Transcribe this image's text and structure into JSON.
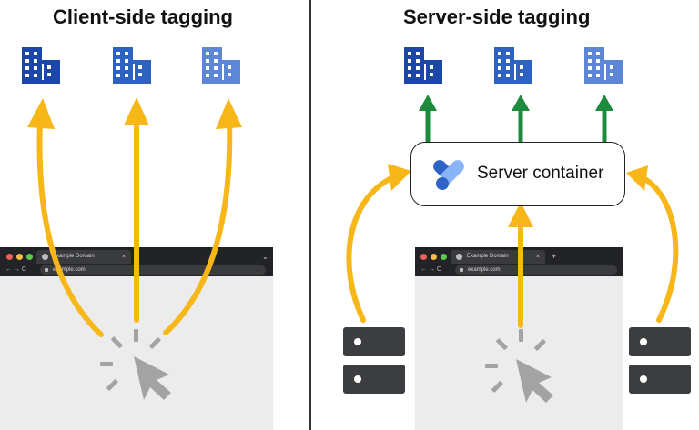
{
  "left_panel": {
    "title": "Client-side tagging",
    "browser": {
      "tab_label": "Example Domain",
      "tab_close": "×",
      "nav_icons": "← → C",
      "url": "example.com",
      "menu_icon": "⌄"
    }
  },
  "right_panel": {
    "title": "Server-side tagging",
    "server_container_label": "Server container",
    "browser": {
      "tab_label": "Example Domain",
      "tab_close": "×",
      "new_tab": "+",
      "nav_icons": "← → C",
      "url": "example.com"
    }
  },
  "colors": {
    "building_dark": "#1a47a8",
    "building_mid": "#2e62c2",
    "building_light": "#5d86d6",
    "arrow_yellow": "#f7b718",
    "arrow_green": "#1e8a3c",
    "server_rack": "#3b3d40",
    "cursor_gray": "#a3a3a3",
    "gtm_blue_dark": "#2e64c8",
    "gtm_blue_light": "#8ab4f8"
  },
  "icons": [
    "building-icon",
    "cursor-click-icon",
    "server-rack-icon",
    "tag-manager-logo-icon"
  ]
}
